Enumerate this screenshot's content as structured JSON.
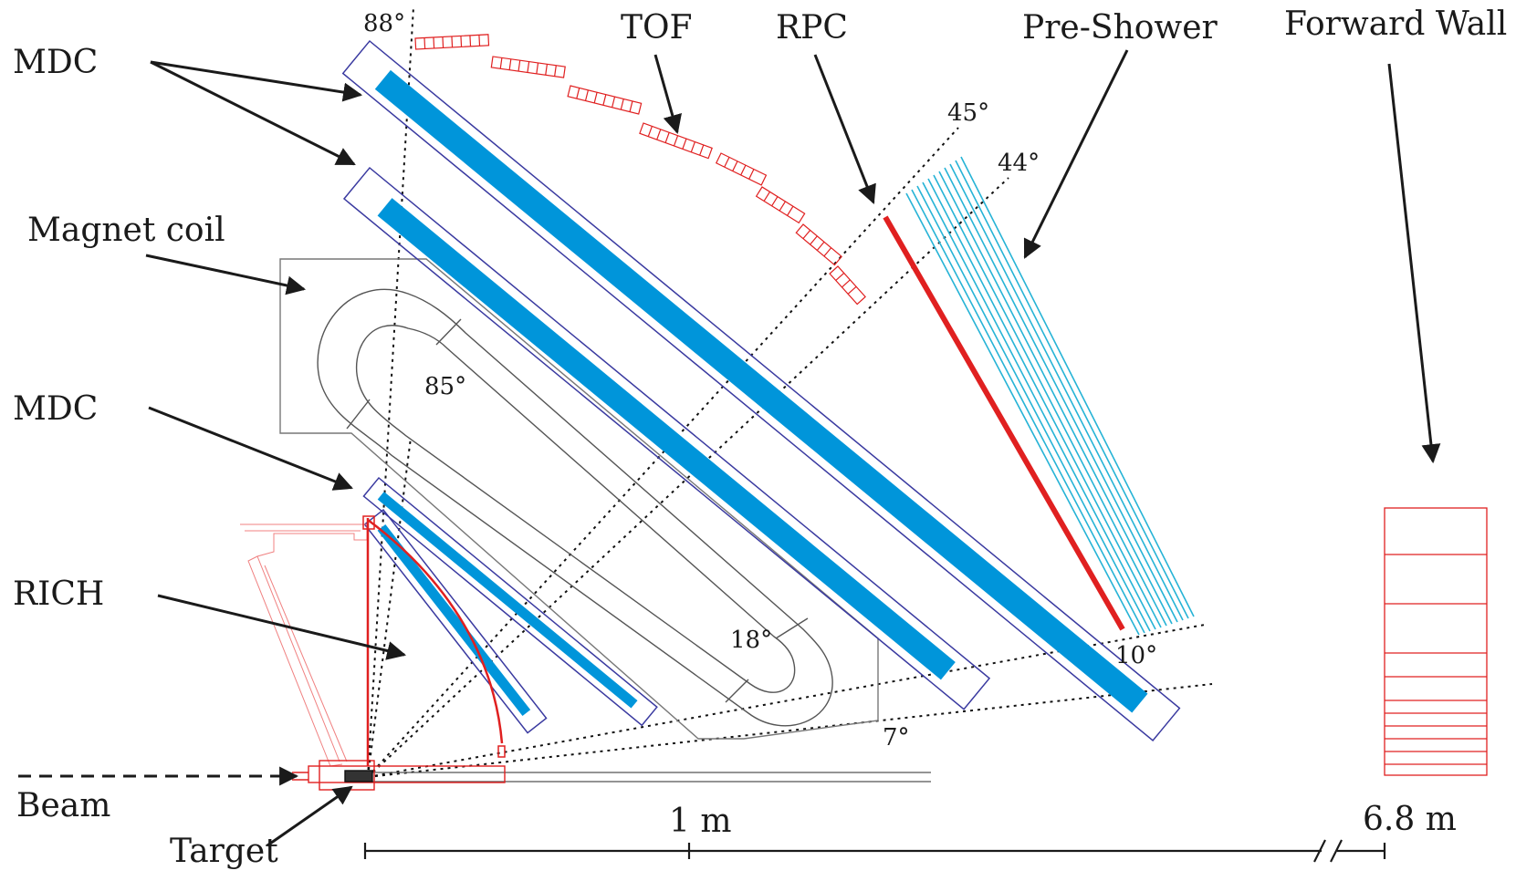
{
  "labels": {
    "mdc_top": "MDC",
    "tof": "TOF",
    "rpc": "RPC",
    "pre_shower": "Pre-Shower",
    "forward_wall": "Forward Wall",
    "magnet_coil": "Magnet coil",
    "mdc_bottom": "MDC",
    "rich": "RICH",
    "beam": "Beam",
    "target": "Target"
  },
  "angles": {
    "a88": "88°",
    "a85": "85°",
    "a45": "45°",
    "a44": "44°",
    "a18": "18°",
    "a10": "10°",
    "a7": "7°"
  },
  "scale": {
    "one_m": "1 m",
    "six_eight_m": "6.8 m"
  },
  "colors": {
    "mdc_fill": "#0095da",
    "frame": "#3a3aa0",
    "detector_red": "#e02020",
    "shower_cyan": "#26b3d6",
    "ink": "#1a1a1a",
    "gray": "#777777"
  }
}
